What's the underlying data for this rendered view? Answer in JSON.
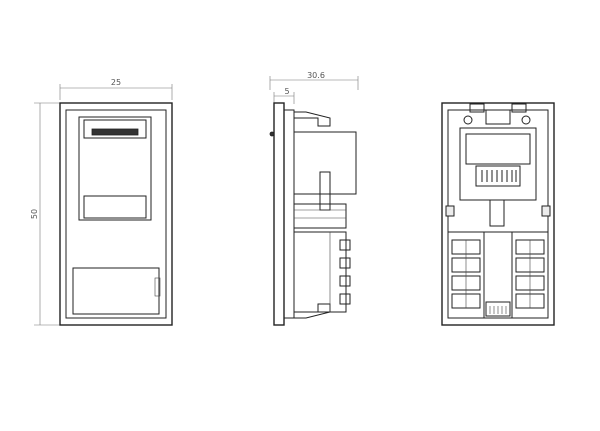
{
  "views": {
    "front": {
      "width_label": "25",
      "height_label": "50"
    },
    "side": {
      "depth_label": "30.6",
      "plate_label": "5"
    },
    "rear": {}
  }
}
